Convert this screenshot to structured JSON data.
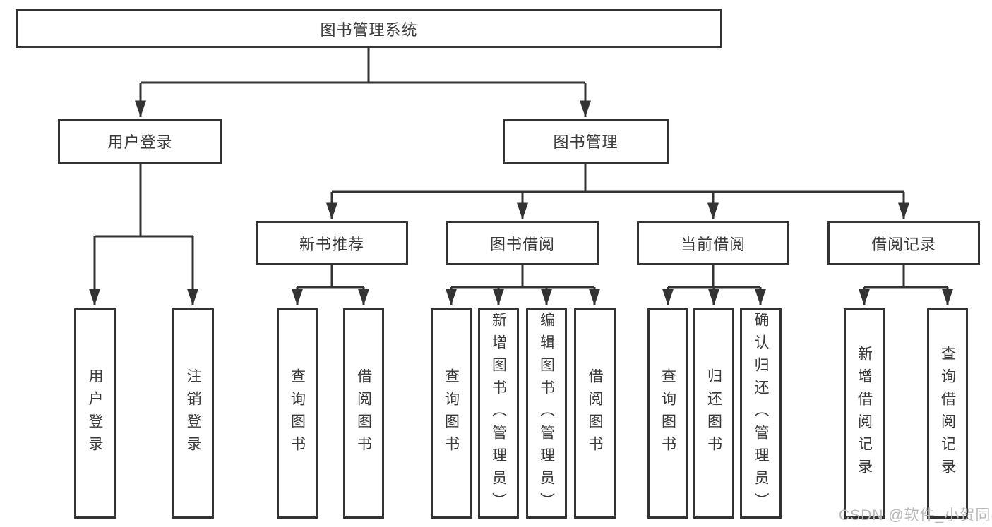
{
  "colors": {
    "line": "#333333",
    "text": "#3a3a3a",
    "background": "#ffffff",
    "watermark": "#b9b9b9"
  },
  "diagram": {
    "type": "tree",
    "root": {
      "label": "图书管理系统",
      "children": [
        {
          "label": "用户登录",
          "children": [
            {
              "label": "用户登录"
            },
            {
              "label": "注销登录"
            }
          ]
        },
        {
          "label": "图书管理",
          "children": [
            {
              "label": "新书推荐",
              "children": [
                {
                  "label": "查询图书"
                },
                {
                  "label": "借阅图书"
                }
              ]
            },
            {
              "label": "图书借阅",
              "children": [
                {
                  "label": "查询图书"
                },
                {
                  "label": "新增图书（管理员）"
                },
                {
                  "label": "编辑图书（管理员）"
                },
                {
                  "label": "借阅图书"
                }
              ]
            },
            {
              "label": "当前借阅",
              "children": [
                {
                  "label": "查询图书"
                },
                {
                  "label": "归还图书"
                },
                {
                  "label": "确认归还（管理员）"
                }
              ]
            },
            {
              "label": "借阅记录",
              "children": [
                {
                  "label": "新增借阅记录"
                },
                {
                  "label": "查询借阅记录"
                }
              ]
            }
          ]
        }
      ]
    }
  },
  "watermark": "CSDN @软件_小贺同学"
}
